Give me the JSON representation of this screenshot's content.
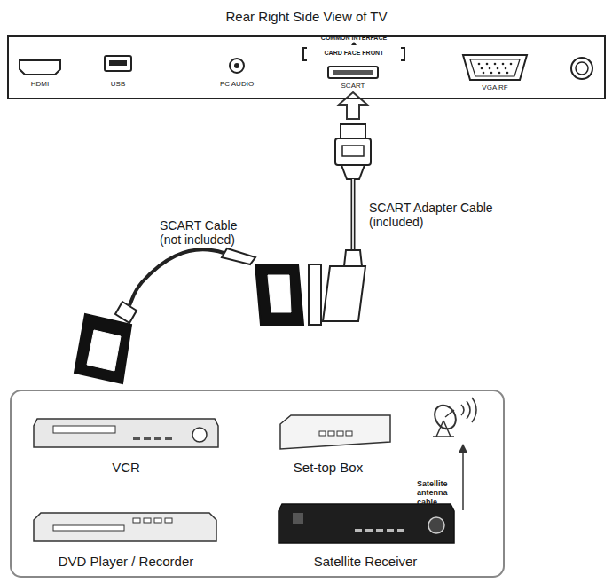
{
  "diagram": {
    "nodes": [
      {
        "text": [
          "Rear Right Side View of TV"
        ]
      }
    ],
    "labels": [
      "HDMI",
      "USB",
      "PC AUDIO",
      "COMMON INTERFACE",
      "CARD FACE FRONT",
      "SCART",
      "VGA RF",
      "SCART Adapter Cable (included)",
      "SCART Cable (not included)",
      "VCR",
      "Set-top Box",
      "Satellite antenna cable",
      "DVD Player / Recorder",
      "Satellite Receiver"
    ]
  }
}
